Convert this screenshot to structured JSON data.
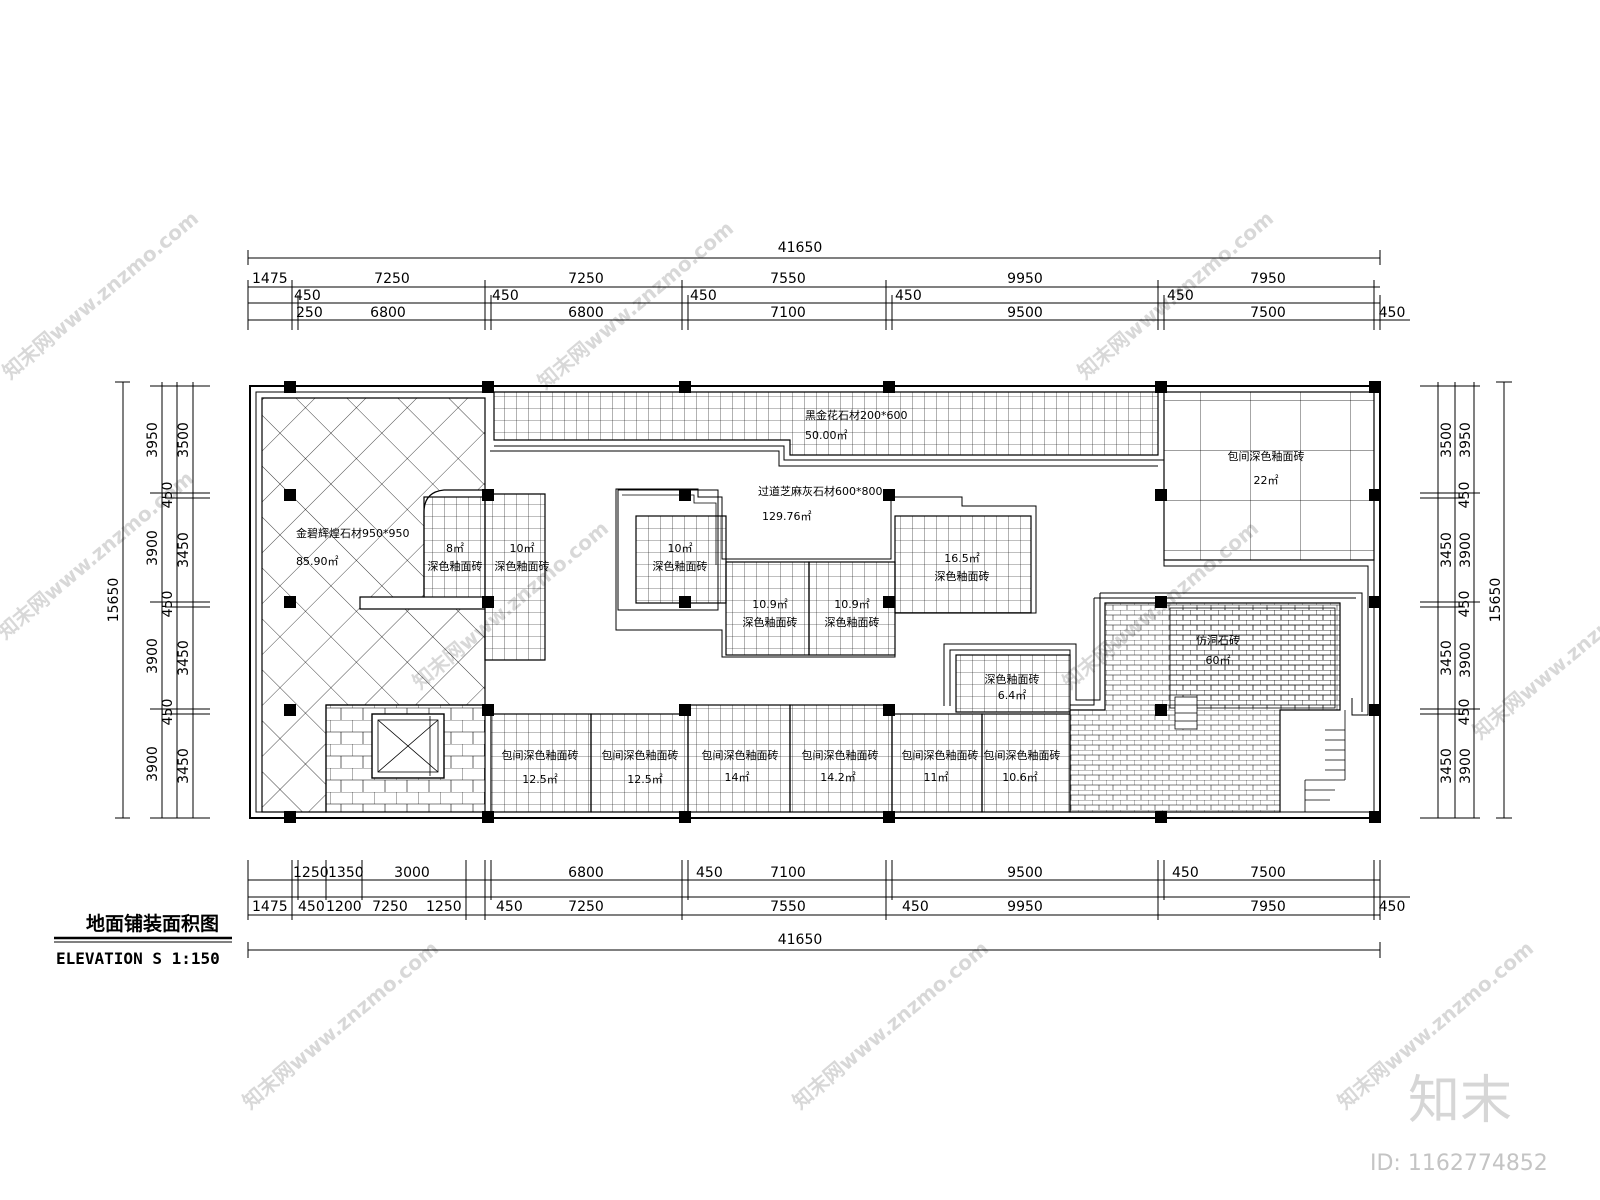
{
  "title": "地面铺装面积图",
  "subtitle": "ELEVATION S 1:150",
  "watermark_text": "知末网www.znzmo.com",
  "brand": "知末",
  "image_id": "ID: 1162774852",
  "total_width": "41650",
  "total_height": "15650",
  "dims_top_row1": [
    "1475",
    "7250",
    "7250",
    "7550",
    "9950",
    "7950"
  ],
  "dims_top_row2": [
    "250",
    "6800",
    "6800",
    "7100",
    "9500",
    "7500",
    "450"
  ],
  "dims_top_col450": [
    "450",
    "450",
    "450",
    "450",
    "450"
  ],
  "dims_bottom_row1": [
    "1250",
    "1350",
    "3000",
    "6800",
    "450",
    "7100",
    "9500",
    "450",
    "7500"
  ],
  "dims_bottom_row2": [
    "1475",
    "450",
    "1200",
    "7250",
    "1250",
    "450",
    "7250",
    "7550",
    "450",
    "9950",
    "7950",
    "450"
  ],
  "dims_left_outer": [
    "3950",
    "3900",
    "3900",
    "3900"
  ],
  "dims_left_inner": [
    "3500",
    "450",
    "3450",
    "450",
    "3450",
    "450",
    "3450"
  ],
  "dims_right_outer": [
    "3950",
    "3900",
    "3900",
    "3900"
  ],
  "dims_right_inner": [
    "3500",
    "450",
    "3450",
    "450",
    "3450",
    "450",
    "3450"
  ],
  "rooms": [
    {
      "name": "黑金花石材200*600",
      "area": "50.00㎡"
    },
    {
      "name": "金碧辉煌石材950*950",
      "area": "85.90㎡"
    },
    {
      "name": "深色釉面砖",
      "area": "8㎡"
    },
    {
      "name": "深色釉面砖",
      "area": "10㎡"
    },
    {
      "name": "过道芝麻灰石材600*800",
      "area": "129.76㎡"
    },
    {
      "name": "深色釉面砖",
      "area": "10㎡"
    },
    {
      "name": "深色釉面砖",
      "area": "10.9㎡"
    },
    {
      "name": "深色釉面砖",
      "area": "10.9㎡"
    },
    {
      "name": "深色釉面砖",
      "area": "16.5㎡"
    },
    {
      "name": "包间深色釉面砖",
      "area": "22㎡"
    },
    {
      "name": "仿洞石砖",
      "area": "60㎡"
    },
    {
      "name": "深色釉面砖",
      "area": "6.4㎡"
    },
    {
      "name": "包间深色釉面砖",
      "area": "12.5㎡"
    },
    {
      "name": "包间深色釉面砖",
      "area": "12.5㎡"
    },
    {
      "name": "包间深色釉面砖",
      "area": "14㎡"
    },
    {
      "name": "包间深色釉面砖",
      "area": "14.2㎡"
    },
    {
      "name": "包间深色釉面砖",
      "area": "11㎡"
    },
    {
      "name": "包间深色釉面砖",
      "area": "10.6㎡"
    }
  ]
}
